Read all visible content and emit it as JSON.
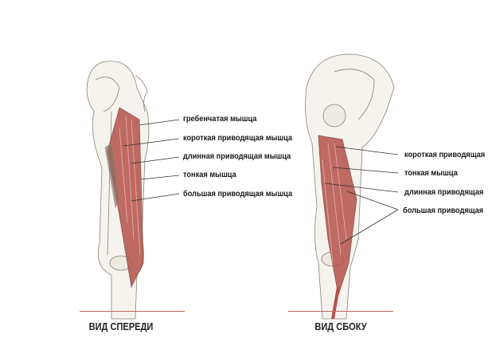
{
  "front_view": {
    "caption": "ВИД СПЕРЕДИ",
    "labels": [
      "гребенчатая мышца",
      "короткая приводящая мышца",
      "длинная приводящая мышца",
      "тонкая мышца",
      "большая приводящая мышца"
    ]
  },
  "side_view": {
    "caption": "ВИД СБОКУ",
    "labels": [
      "короткая приводящая",
      "тонкая мышца",
      "длинная приводящая",
      "большая приводящая"
    ]
  },
  "colors": {
    "muscle": "#b5524a",
    "bone": "#f3f0ea",
    "outline": "#8a8478",
    "rule": "#b46a5e",
    "text": "#1a1a1a"
  }
}
